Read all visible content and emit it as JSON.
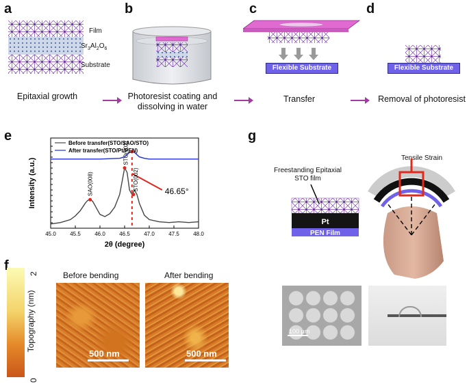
{
  "panels": {
    "a": {
      "label": "a",
      "film": "Film",
      "sao": "Sr3Al2O6",
      "sao_base": "Sr",
      "sao_sub1": "3",
      "sao_mid": "Al",
      "sao_sub2": "2",
      "sao_end": "O",
      "sao_sub3": "6",
      "substrate": "Substrate",
      "caption": "Epitaxial growth"
    },
    "b": {
      "label": "b",
      "caption_line1": "Photoresist coating and",
      "caption_line2": "dissolving in water"
    },
    "c": {
      "label": "c",
      "flexible": "Flexible Substrate",
      "caption": "Transfer"
    },
    "d": {
      "label": "d",
      "flexible": "Flexible Substrate",
      "caption": "Removal of photoresist"
    },
    "e": {
      "label": "e"
    },
    "f": {
      "label": "f",
      "colorbar_label": "Topography (nm)",
      "colorbar_max": "2",
      "colorbar_min": "0",
      "before_title": "Before bending",
      "after_title": "After bending",
      "scale_before": "500 nm",
      "scale_after": "500 nm"
    },
    "g": {
      "label": "g",
      "freestanding_line1": "Freestanding Epitaxial",
      "freestanding_line2": "STO film",
      "pt": "Pt",
      "pen": "PEN Film",
      "tensile": "Tensile Strain",
      "scale": "100 μm"
    }
  },
  "chart_data": {
    "type": "line",
    "title": "",
    "xlabel": "2θ (degree)",
    "ylabel": "Intensity (a.u.)",
    "xlim": [
      45.0,
      48.0
    ],
    "x_ticks": [
      "45.0",
      "45.5",
      "46.0",
      "46.5",
      "47.0",
      "47.5",
      "48.0"
    ],
    "legend": [
      "Before transfer(STO/SAO/STO)",
      "After transfer(STO/Pt/PEN)"
    ],
    "legend_position": "top-left",
    "colors": {
      "before": "#444444",
      "after": "#1f2fd6",
      "marker": "#e0261c"
    },
    "series": [
      {
        "name": "Before transfer(STO/SAO/STO)",
        "x": [
          45.0,
          45.2,
          45.4,
          45.5,
          45.6,
          45.7,
          45.75,
          45.8,
          45.85,
          45.9,
          46.0,
          46.1,
          46.2,
          46.3,
          46.4,
          46.45,
          46.5,
          46.55,
          46.6,
          46.65,
          46.7,
          46.75,
          46.8,
          46.9,
          47.0,
          47.2,
          47.4,
          47.6,
          47.8,
          48.0
        ],
        "y": [
          0.02,
          0.04,
          0.08,
          0.13,
          0.2,
          0.3,
          0.34,
          0.35,
          0.33,
          0.27,
          0.15,
          0.12,
          0.16,
          0.25,
          0.42,
          0.6,
          0.78,
          0.72,
          0.48,
          0.42,
          0.48,
          0.42,
          0.3,
          0.14,
          0.08,
          0.05,
          0.04,
          0.05,
          0.04,
          0.05
        ]
      },
      {
        "name": "After transfer(STO/Pt/PEN)",
        "x": [
          45.0,
          45.5,
          46.0,
          46.4,
          46.5,
          46.55,
          46.6,
          46.65,
          46.7,
          46.75,
          46.8,
          46.9,
          47.0,
          47.5,
          48.0
        ],
        "y": [
          0.9,
          0.9,
          0.9,
          0.91,
          0.93,
          0.96,
          0.99,
          1.0,
          0.99,
          0.96,
          0.93,
          0.91,
          0.9,
          0.9,
          0.9
        ]
      }
    ],
    "annotations": [
      {
        "text": "SAO(008)",
        "x": 45.8
      },
      {
        "text": "STO(002)",
        "x": 46.52
      },
      {
        "text": "STO(002)",
        "x": 46.68
      },
      {
        "text": "46.65",
        "unit": "°",
        "x": 46.65
      }
    ]
  }
}
